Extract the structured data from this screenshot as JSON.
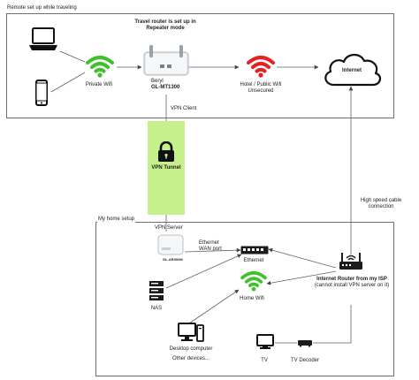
{
  "remote": {
    "title": "Remote set up while traveling",
    "router_title_line1": "Travel router is set up in",
    "router_title_line2": "Repeater mode",
    "router_name": "Beryl",
    "router_model": "GL-MT1300",
    "private_wifi": "Private Wifi",
    "public_wifi_line1": "Hotel / Public Wifi",
    "public_wifi_line2": "Unsecured",
    "internet": "Internet"
  },
  "tunnel": {
    "vpn_client": "VPN Client",
    "label": "VPN Tunnel"
  },
  "home": {
    "title": "My home setup",
    "vpn_server": "VPN Server",
    "server_model": "GL-AR300M",
    "ethernet_line1": "Ethernet",
    "wan_port": "WAN port",
    "switch_label": "Ethernet",
    "home_wifi": "Home Wifi",
    "nas": "NAS",
    "desktop": "Desktop computer",
    "other_devices": "Other devices...",
    "tv": "TV",
    "tv_decoder": "TV Decoder",
    "isp_router_line1": "Internet Router from my ISP",
    "isp_router_line2": "(cannot install VPN server on it)",
    "cable_line1": "High speed cable",
    "cable_line2": "connection"
  },
  "colors": {
    "tunnel_fill": "#c6f08a",
    "wifi_green": "#3fc02c",
    "wifi_red": "#e52222",
    "line": "#5a6470"
  },
  "icons": [
    "laptop-icon",
    "phone-icon",
    "wifi-icon",
    "router-icon",
    "cloud-icon",
    "lock-icon",
    "switch-icon",
    "server-icon",
    "desktop-icon",
    "tv-icon",
    "decoder-icon"
  ]
}
